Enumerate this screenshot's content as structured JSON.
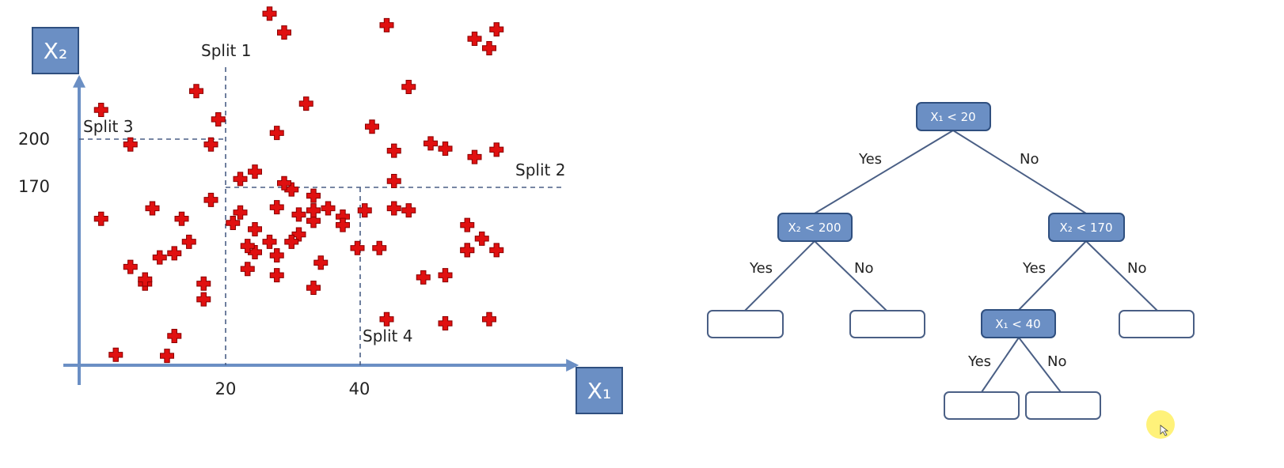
{
  "axes": {
    "x_label": "X₁",
    "y_label": "X₂",
    "x_ticks": [
      "20",
      "40"
    ],
    "y_ticks": [
      "200",
      "170"
    ]
  },
  "splits": {
    "split1": "Split 1",
    "split2": "Split 2",
    "split3": "Split 3",
    "split4": "Split 4"
  },
  "tree": {
    "root": "X₁ < 20",
    "left": "X₂ < 200",
    "right": "X₂ < 170",
    "right_left": "X₁ < 40",
    "yes": "Yes",
    "no": "No"
  },
  "colors": {
    "axis": "#6b8fc4",
    "node_fill": "#6b8fc4",
    "node_stroke": "#2f4f7f",
    "marker": "#e01010",
    "marker_edge": "#8a0000",
    "split_line": "#4a5f85",
    "cursor": "#fff27a"
  },
  "points": [
    [
      42,
      325
    ],
    [
      26,
      336
    ],
    [
      28,
      318
    ],
    [
      57,
      321
    ],
    [
      56,
      303
    ],
    [
      54,
      312
    ],
    [
      3,
      244
    ],
    [
      7,
      211
    ],
    [
      18,
      211
    ],
    [
      10,
      150
    ],
    [
      45,
      266
    ],
    [
      27,
      222
    ],
    [
      19,
      235
    ],
    [
      16,
      262
    ],
    [
      31,
      250
    ],
    [
      43,
      205
    ],
    [
      40,
      228
    ],
    [
      48,
      212
    ],
    [
      50,
      207
    ],
    [
      54,
      199
    ],
    [
      11,
      103
    ],
    [
      55,
      121
    ],
    [
      53,
      110
    ],
    [
      24,
      185
    ],
    [
      34,
      150
    ],
    [
      43,
      176
    ],
    [
      24,
      130
    ],
    [
      15,
      118
    ],
    [
      50,
      86
    ],
    [
      38,
      112
    ],
    [
      18,
      158
    ],
    [
      7,
      94
    ],
    [
      14,
      140
    ],
    [
      36,
      142
    ],
    [
      21,
      136
    ],
    [
      32,
      138
    ],
    [
      53,
      134
    ],
    [
      53,
      110
    ],
    [
      43,
      150
    ],
    [
      39,
      148
    ],
    [
      30,
      144
    ],
    [
      24,
      108
    ],
    [
      30,
      125
    ],
    [
      23,
      114
    ],
    [
      13,
      107
    ],
    [
      9,
      78
    ],
    [
      17,
      78
    ],
    [
      13,
      28
    ],
    [
      26,
      118
    ],
    [
      36,
      134
    ],
    [
      22,
      178
    ],
    [
      29,
      168
    ],
    [
      32,
      148
    ],
    [
      33,
      98
    ],
    [
      29,
      118
    ],
    [
      27,
      105
    ],
    [
      28,
      174
    ],
    [
      32,
      162
    ],
    [
      27,
      151
    ],
    [
      22,
      146
    ],
    [
      57,
      206
    ],
    [
      5,
      10
    ],
    [
      12,
      9
    ],
    [
      17,
      63
    ],
    [
      3,
      140
    ],
    [
      9,
      82
    ],
    [
      47,
      84
    ],
    [
      50,
      40
    ],
    [
      57,
      110
    ],
    [
      56,
      44
    ],
    [
      45,
      148
    ],
    [
      41,
      112
    ],
    [
      32,
      74
    ],
    [
      27,
      86
    ],
    [
      23,
      92
    ],
    [
      42,
      44
    ]
  ]
}
